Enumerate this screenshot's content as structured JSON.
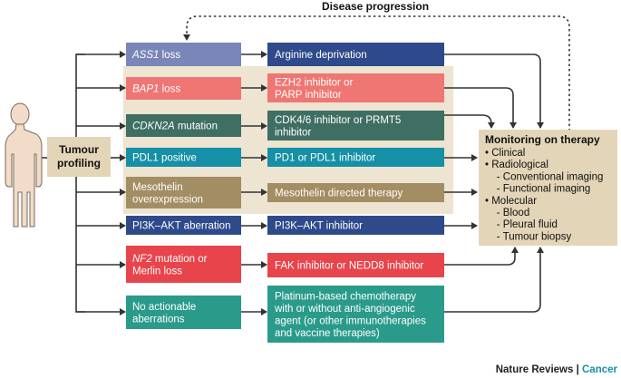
{
  "title": "Disease progression",
  "profiling": {
    "line1": "Tumour",
    "line2": "profiling"
  },
  "rows": [
    {
      "left": [
        {
          "italic": "ASS1",
          "rest": " loss"
        }
      ],
      "left_color": "#7a86b8",
      "right": [
        "Arginine deprivation"
      ],
      "right_color": "#2e4a8b"
    },
    {
      "left": [
        {
          "italic": "BAP1",
          "rest": " loss"
        }
      ],
      "left_color": "#ef7672",
      "right": [
        "EZH2 inhibitor or",
        "PARP inhibitor"
      ],
      "right_color": "#ef7672"
    },
    {
      "left": [
        {
          "italic": "CDKN2A",
          "rest": " mutation"
        }
      ],
      "left_color": "#3f6e63",
      "right": [
        "CDK4/6 inhibitor or PRMT5",
        "inhibitor"
      ],
      "right_color": "#3f6e63"
    },
    {
      "left": [
        {
          "italic": "",
          "rest": "PDL1 positive"
        }
      ],
      "left_color": "#1590a6",
      "right": [
        "PD1 or PDL1 inhibitor"
      ],
      "right_color": "#1590a6"
    },
    {
      "left": [
        {
          "italic": "",
          "rest": "Mesothelin"
        },
        {
          "italic": "",
          "rest": "overexpression"
        }
      ],
      "left_color": "#a38d63",
      "right": [
        "Mesothelin directed therapy"
      ],
      "right_color": "#a38d63"
    },
    {
      "left": [
        {
          "italic": "",
          "rest": "PI3K–AKT aberration"
        }
      ],
      "left_color": "#2e4a8b",
      "right": [
        "PI3K–AKT inhibitor"
      ],
      "right_color": "#2e4a8b"
    },
    {
      "left": [
        {
          "italic": "NF2",
          "rest": " mutation or"
        },
        {
          "italic": "",
          "rest": "Merlin loss"
        }
      ],
      "left_color": "#e8444c",
      "right": [
        "FAK inhibitor or NEDD8 inhibitor"
      ],
      "right_color": "#e8444c"
    },
    {
      "left": [
        {
          "italic": "",
          "rest": "No actionable"
        },
        {
          "italic": "",
          "rest": "aberrations"
        }
      ],
      "left_color": "#2a9b8b",
      "right": [
        "Platinum-based chemotherapy",
        "with or without anti-angiogenic",
        "agent (or other immunotherapies",
        "and vaccine therapies)"
      ],
      "right_color": "#2a9b8b"
    }
  ],
  "monitoring": {
    "title": "Monitoring on therapy",
    "lines": [
      "• Clinical",
      "• Radiological",
      "    - Conventional imaging",
      "    - Functional imaging",
      "• Molecular",
      "    - Blood",
      "    - Pleural fluid",
      "    - Tumour biopsy"
    ]
  },
  "footer": {
    "journal": "Nature Reviews",
    "separator": " | ",
    "section": "Cancer"
  },
  "colors": {
    "tan_bg": "#ede4d2",
    "tan_box": "#e3d6b8",
    "arrow": "#333333",
    "footer_accent": "#1590a6"
  }
}
